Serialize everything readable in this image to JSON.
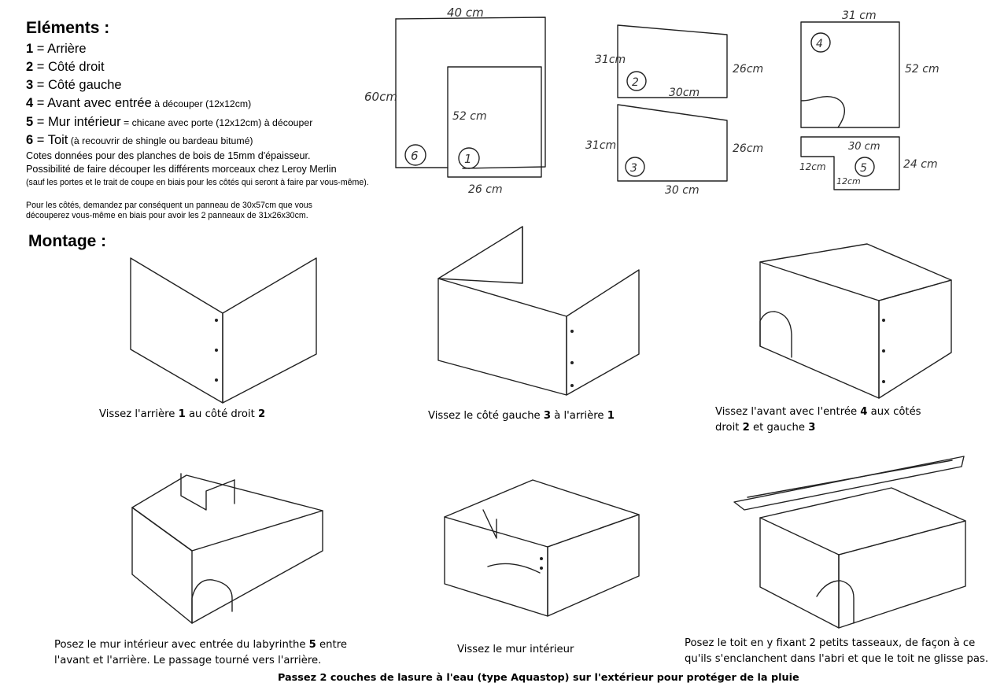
{
  "elements": {
    "title": "Eléments :",
    "items": [
      {
        "num": "1",
        "main": " = Arrière",
        "small": ""
      },
      {
        "num": "2",
        "main": " = Côté droit",
        "small": ""
      },
      {
        "num": "3",
        "main": " = Côté gauche",
        "small": ""
      },
      {
        "num": "4",
        "main": " = Avant avec entrée",
        "small": " à découper (12x12cm)"
      },
      {
        "num": "5",
        "main": " = Mur intérieur",
        "small": " = chicane avec porte (12x12cm) à découper"
      },
      {
        "num": "6",
        "main": " = Toit",
        "small": " (à recouvrir de shingle ou bardeau bitumé)"
      }
    ],
    "note1": "Cotes données pour des planches de bois de 15mm d'épaisseur.",
    "note2": "Possibilité de faire découper les différents morceaux chez Leroy Merlin",
    "note3": "(sauf les portes et le trait de coupe en biais pour les côtés qui seront à faire par vous-même).",
    "note4a": "Pour les côtés, demandez par conséquent un panneau de 30x57cm que vous",
    "note4b": "découperez vous-même en biais pour avoir les 2 panneaux de 31x26x30cm."
  },
  "plans": {
    "p1": {
      "w_label": "40 cm",
      "h_label": "60cm",
      "inner_h": "52 cm",
      "inner_w": "26 cm",
      "circle_a": "6",
      "circle_b": "1"
    },
    "p2": {
      "left": "31cm",
      "right": "26cm",
      "bottom": "30cm",
      "circle": "2"
    },
    "p3": {
      "left": "31cm",
      "right": "26cm",
      "bottom": "30 cm",
      "circle": "3"
    },
    "p4": {
      "top": "31 cm",
      "right": "52 cm",
      "circle": "4"
    },
    "p5": {
      "top": "30 cm",
      "right": "24 cm",
      "left": "12cm",
      "bottom": "12cm",
      "circle": "5"
    }
  },
  "montage": {
    "title": "Montage :",
    "cap1_a": "Vissez l'arrière ",
    "cap1_b": "1",
    "cap1_c": " au côté droit ",
    "cap1_d": "2",
    "cap2_a": "Vissez le côté gauche ",
    "cap2_b": "3",
    "cap2_c": " à l'arrière ",
    "cap2_d": "1",
    "cap3_a": "Vissez l'avant avec l'entrée ",
    "cap3_b": "4",
    "cap3_c": " aux côtés",
    "cap3_d": "droit ",
    "cap3_e": "2",
    "cap3_f": " et gauche ",
    "cap3_g": "3",
    "cap4_a": "Posez le mur intérieur avec entrée du labyrinthe ",
    "cap4_b": "5",
    "cap4_c": " entre",
    "cap4_d": "l'avant et l'arrière. Le passage tourné vers l'arrière.",
    "cap5": "Vissez le mur intérieur",
    "cap6_a": "Posez le toit en y fixant 2 petits tasseaux, de façon à ce",
    "cap6_b": "qu'ils s'enclanchent dans l'abri et que le toit ne glisse pas."
  },
  "footer": "Passez 2 couches de lasure à l'eau (type Aquastop) sur l'extérieur pour protéger de la pluie"
}
